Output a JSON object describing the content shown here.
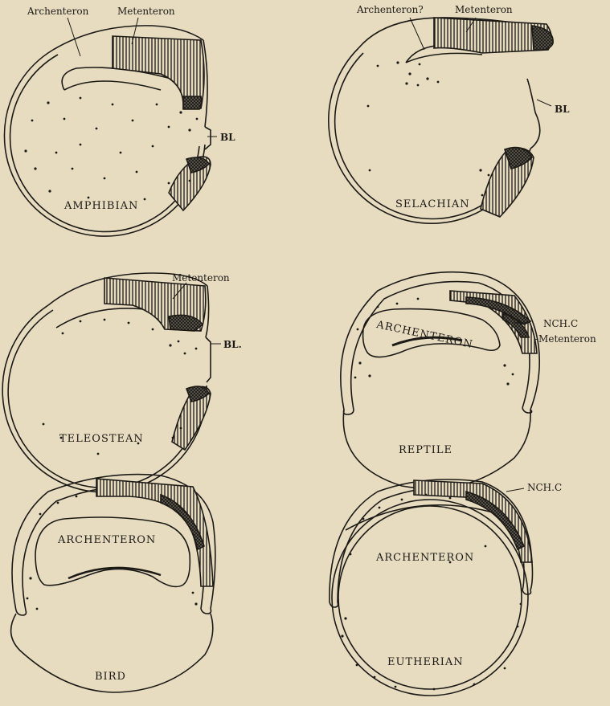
{
  "figure": {
    "panels": [
      {
        "caption": "AMPHIBIAN",
        "labels": {
          "archenteron": "Archenteron",
          "metenteron": "Metenteron",
          "blastopore": "BL"
        }
      },
      {
        "caption": "SELACHIAN",
        "labels": {
          "archenteron": "Archenteron?",
          "metenteron": "Metenteron",
          "blastopore": "BL"
        }
      },
      {
        "caption": "TELEOSTEAN",
        "labels": {
          "metenteron": "Metenteron",
          "blastopore": "BL."
        }
      },
      {
        "caption": "REPTILE",
        "labels": {
          "archenteron_cavity": "ARCHENTERON",
          "notochordal_canal": "NCH.C",
          "metenteron": "-Metenteron"
        }
      },
      {
        "caption": "BIRD",
        "labels": {
          "archenteron_cavity": "ARCHENTERON"
        }
      },
      {
        "caption": "EUTHERIAN",
        "labels": {
          "archenteron_cavity": "ARCHENTERON",
          "notochordal_canal": "NCH.C"
        }
      }
    ]
  },
  "colors": {
    "paper": "#e8dcc0",
    "ink": "#1c1a17"
  }
}
